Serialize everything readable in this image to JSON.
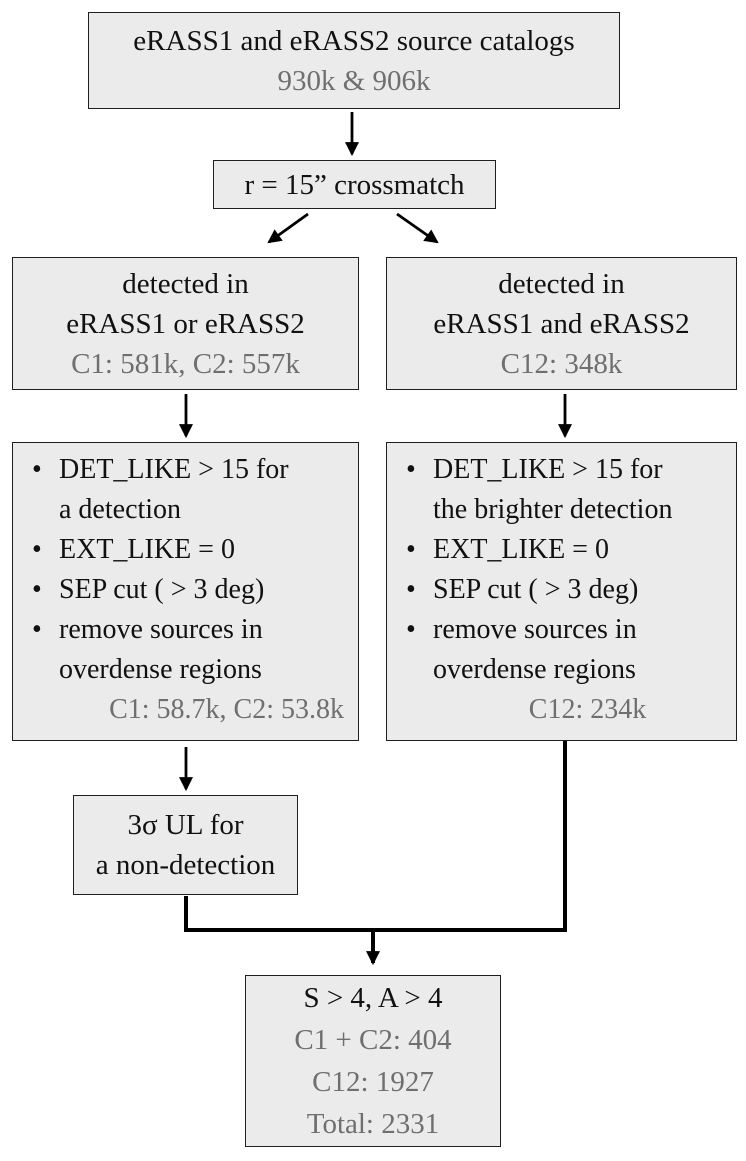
{
  "diagram": {
    "boxes": {
      "catalogs": {
        "title": "eRASS1 and eRASS2 source catalogs",
        "counts": "930k & 906k"
      },
      "crossmatch": {
        "label": "r = 15” crossmatch"
      },
      "detected_or": {
        "line1": "detected in",
        "line2": "eRASS1 or eRASS2",
        "counts": "C1: 581k, C2: 557k"
      },
      "detected_and": {
        "line1": "detected in",
        "line2": "eRASS1 and eRASS2",
        "counts": "C12: 348k"
      },
      "cuts_or": {
        "bullets": [
          "DET_LIKE > 15 for\na detection",
          "EXT_LIKE = 0",
          "SEP cut ( > 3 deg)",
          "remove sources in\noverdense regions"
        ],
        "counts": "C1: 58.7k, C2: 53.8k"
      },
      "cuts_and": {
        "bullets": [
          "DET_LIKE > 15 for\nthe brighter detection",
          "EXT_LIKE = 0",
          "SEP cut ( > 3 deg)",
          "remove sources in\noverdense regions"
        ],
        "counts": "C12: 234k"
      },
      "upper_limit": {
        "line1": "3σ UL for",
        "line2": "a non-detection"
      },
      "final": {
        "title": "S > 4, A > 4",
        "counts": [
          "C1 + C2: 404",
          "C12: 1927",
          "Total: 2331"
        ]
      }
    },
    "colors": {
      "box_fill": "#ebebeb",
      "box_border": "#1f1f1f",
      "text": "#111111",
      "muted": "#6f6f6f",
      "line": "#000000"
    }
  }
}
